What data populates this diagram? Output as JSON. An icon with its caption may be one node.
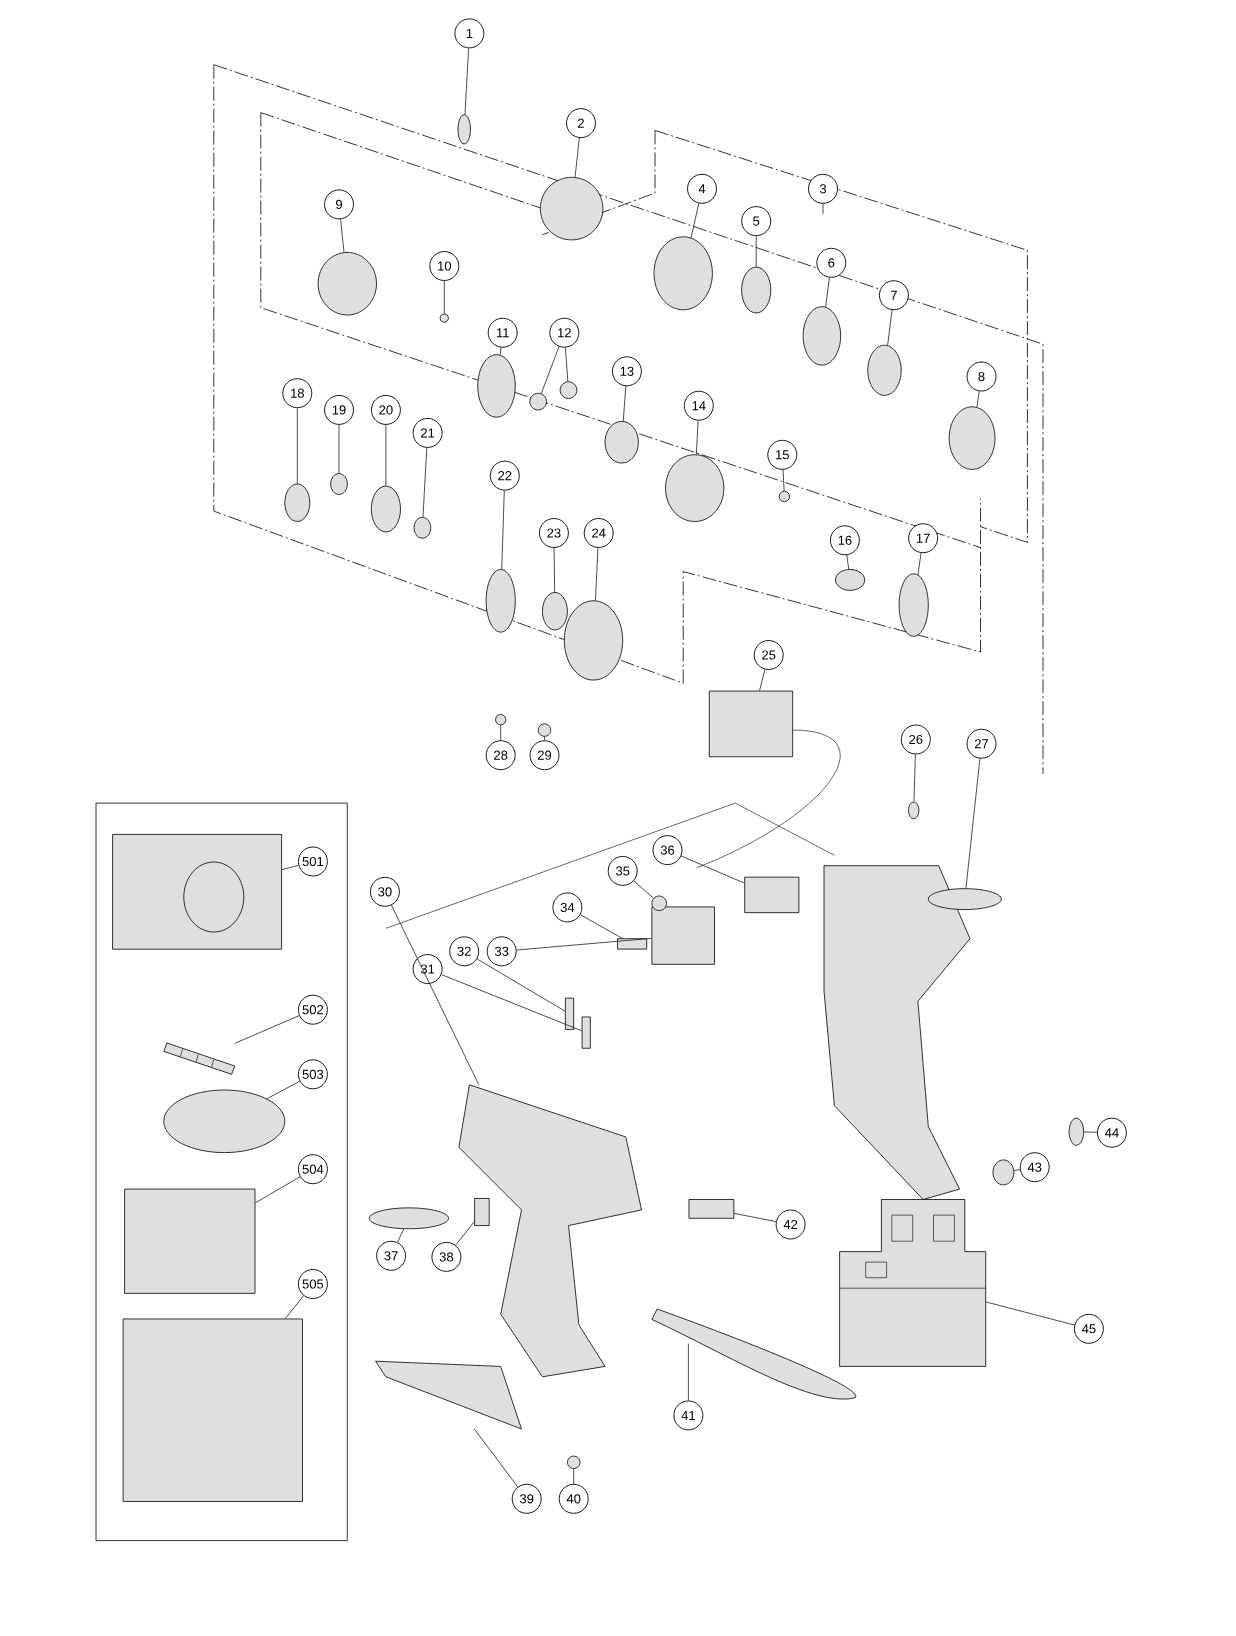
{
  "diagram": {
    "nodes": [
      {
        "text": [
          "1"
        ]
      },
      {
        "text": [
          "2"
        ]
      },
      {
        "text": [
          "3"
        ]
      },
      {
        "text": [
          "4"
        ]
      },
      {
        "text": [
          "5"
        ]
      },
      {
        "text": [
          "6"
        ]
      },
      {
        "text": [
          "7"
        ]
      },
      {
        "text": [
          "8"
        ]
      },
      {
        "text": [
          "9"
        ]
      },
      {
        "text": [
          "10"
        ]
      },
      {
        "text": [
          "11"
        ]
      },
      {
        "text": [
          "12"
        ]
      },
      {
        "text": [
          "13"
        ]
      },
      {
        "text": [
          "14"
        ]
      },
      {
        "text": [
          "15"
        ]
      },
      {
        "text": [
          "16"
        ]
      },
      {
        "text": [
          "17"
        ]
      },
      {
        "text": [
          "18"
        ]
      },
      {
        "text": [
          "19"
        ]
      },
      {
        "text": [
          "20"
        ]
      },
      {
        "text": [
          "21"
        ]
      },
      {
        "text": [
          "22"
        ]
      },
      {
        "text": [
          "23"
        ]
      },
      {
        "text": [
          "24"
        ]
      },
      {
        "text": [
          "25"
        ]
      },
      {
        "text": [
          "26"
        ]
      },
      {
        "text": [
          "27"
        ]
      },
      {
        "text": [
          "28"
        ]
      },
      {
        "text": [
          "29"
        ]
      },
      {
        "text": [
          "30"
        ]
      },
      {
        "text": [
          "31"
        ]
      },
      {
        "text": [
          "32"
        ]
      },
      {
        "text": [
          "33"
        ]
      },
      {
        "text": [
          "34"
        ]
      },
      {
        "text": [
          "35"
        ]
      },
      {
        "text": [
          "36"
        ]
      },
      {
        "text": [
          "37"
        ]
      },
      {
        "text": [
          "38"
        ]
      },
      {
        "text": [
          "39"
        ]
      },
      {
        "text": [
          "40"
        ]
      },
      {
        "text": [
          "41"
        ]
      },
      {
        "text": [
          "42"
        ]
      },
      {
        "text": [
          "43"
        ]
      },
      {
        "text": [
          "44"
        ]
      },
      {
        "text": [
          "45"
        ]
      },
      {
        "text": [
          "501"
        ]
      },
      {
        "text": [
          "502"
        ]
      },
      {
        "text": [
          "503"
        ]
      },
      {
        "text": [
          "504"
        ]
      },
      {
        "text": [
          "505"
        ]
      },
      {
        "text": [],
        "shape": "circle"
      },
      {
        "text": [],
        "shape": "circle"
      },
      {
        "text": [],
        "shape": "circle"
      },
      {
        "text": [],
        "shape": "circle"
      },
      {
        "text": [],
        "shape": "circle"
      },
      {
        "text": [],
        "shape": "circle"
      },
      {
        "text": [],
        "shape": "circle"
      },
      {
        "text": [],
        "shape": "circle"
      },
      {
        "text": [],
        "shape": "circle"
      },
      {
        "text": [],
        "shape": "circle"
      },
      {
        "text": [],
        "shape": "circle"
      },
      {
        "text": [],
        "shape": "circle"
      },
      {
        "text": [],
        "shape": "circle"
      },
      {
        "text": [],
        "shape": "circle"
      },
      {
        "text": [],
        "shape": "circle"
      },
      {
        "text": [],
        "shape": "circle"
      },
      {
        "text": [],
        "shape": "circle"
      },
      {
        "text": [],
        "shape": "circle"
      },
      {
        "text": [],
        "shape": "circle"
      },
      {
        "text": [],
        "shape": "circle"
      },
      {
        "text": [],
        "shape": "circle"
      },
      {
        "text": [],
        "shape": "circle"
      },
      {
        "text": [],
        "shape": "circle"
      },
      {
        "text": [],
        "shape": "circle"
      },
      {
        "text": [],
        "shape": "box"
      },
      {
        "text": [],
        "shape": "circle"
      },
      {
        "text": [],
        "shape": "circle"
      },
      {
        "text": [],
        "shape": "circle"
      },
      {
        "text": [],
        "shape": "circle"
      },
      {
        "text": [],
        "shape": "picture"
      },
      {
        "text": [],
        "shape": "box"
      },
      {
        "text": [],
        "shape": "box"
      },
      {
        "text": [],
        "shape": "box"
      },
      {
        "text": [],
        "shape": "box"
      },
      {
        "text": [],
        "shape": "circle"
      },
      {
        "text": [],
        "shape": "box"
      },
      {
        "text": [],
        "shape": "circle"
      },
      {
        "text": [],
        "shape": "box"
      },
      {
        "text": [],
        "shape": "picture"
      },
      {
        "text": [],
        "shape": "circle"
      },
      {
        "text": [],
        "shape": "picture"
      },
      {
        "text": [],
        "shape": "box"
      },
      {
        "text": [],
        "shape": "circle"
      },
      {
        "text": [],
        "shape": "circle"
      },
      {
        "text": [],
        "shape": "picture"
      },
      {
        "text": [],
        "shape": "picture"
      },
      {
        "text": [],
        "shape": "picture"
      },
      {
        "text": [],
        "shape": "circle"
      },
      {
        "text": [],
        "shape": "box"
      },
      {
        "text": [],
        "shape": "box"
      }
    ],
    "edges": [
      {
        "from": 0,
        "to": 50,
        "arrow": "none"
      },
      {
        "from": 1,
        "to": 51,
        "arrow": "none"
      },
      {
        "from": 2,
        "to": null,
        "arrow": "none"
      },
      {
        "from": 3,
        "to": 52,
        "arrow": "none"
      },
      {
        "from": 4,
        "to": 53,
        "arrow": "none"
      },
      {
        "from": 5,
        "to": 54,
        "arrow": "none"
      },
      {
        "from": 6,
        "to": 55,
        "arrow": "none"
      },
      {
        "from": 7,
        "to": 56,
        "arrow": "none"
      },
      {
        "from": 8,
        "to": 57,
        "arrow": "none"
      },
      {
        "from": 9,
        "to": 58,
        "arrow": "none"
      },
      {
        "from": 10,
        "to": 59,
        "arrow": "none"
      },
      {
        "from": 11,
        "to": 60,
        "arrow": "none"
      },
      {
        "from": 11,
        "to": 61,
        "arrow": "none"
      },
      {
        "from": 12,
        "to": 62,
        "arrow": "none"
      },
      {
        "from": 13,
        "to": 63,
        "arrow": "none"
      },
      {
        "from": 14,
        "to": 64,
        "arrow": "none"
      },
      {
        "from": 15,
        "to": 65,
        "arrow": "none"
      },
      {
        "from": 16,
        "to": 66,
        "arrow": "none"
      },
      {
        "from": 17,
        "to": 67,
        "arrow": "none"
      },
      {
        "from": 18,
        "to": 68,
        "arrow": "none"
      },
      {
        "from": 19,
        "to": 69,
        "arrow": "none"
      },
      {
        "from": 20,
        "to": 70,
        "arrow": "none"
      },
      {
        "from": 21,
        "to": 71,
        "arrow": "none"
      },
      {
        "from": 22,
        "to": 72,
        "arrow": "none"
      },
      {
        "from": 23,
        "to": 73,
        "arrow": "none"
      },
      {
        "from": 24,
        "to": 74,
        "arrow": "none"
      },
      {
        "from": 25,
        "to": 75,
        "arrow": "none"
      },
      {
        "from": 26,
        "to": 76,
        "arrow": "none"
      },
      {
        "from": 27,
        "to": 77,
        "arrow": "none"
      },
      {
        "from": 28,
        "to": 78,
        "arrow": "none"
      },
      {
        "from": 29,
        "to": 79,
        "arrow": "none"
      },
      {
        "from": 30,
        "to": 80,
        "arrow": "none"
      },
      {
        "from": 31,
        "to": 81,
        "arrow": "none"
      },
      {
        "from": 32,
        "to": 82,
        "arrow": "none"
      },
      {
        "from": 33,
        "to": 83,
        "arrow": "none"
      },
      {
        "from": 34,
        "to": 84,
        "arrow": "none"
      },
      {
        "from": 35,
        "to": 85,
        "arrow": "none"
      },
      {
        "from": 36,
        "to": 86,
        "arrow": "none"
      },
      {
        "from": 37,
        "to": 87,
        "arrow": "none"
      },
      {
        "from": 38,
        "to": 88,
        "arrow": "none"
      },
      {
        "from": 39,
        "to": 89,
        "arrow": "none"
      },
      {
        "from": 40,
        "to": 90,
        "arrow": "none"
      },
      {
        "from": 41,
        "to": 91,
        "arrow": "none"
      },
      {
        "from": 42,
        "to": 92,
        "arrow": "none"
      },
      {
        "from": 43,
        "to": 93,
        "arrow": "none"
      },
      {
        "from": 44,
        "to": 94,
        "arrow": "none"
      },
      {
        "from": 45,
        "to": 95,
        "arrow": "none"
      },
      {
        "from": 46,
        "to": 96,
        "arrow": "none"
      },
      {
        "from": 47,
        "to": 97,
        "arrow": "none"
      },
      {
        "from": 48,
        "to": 98,
        "arrow": "none"
      },
      {
        "from": 49,
        "to": 99,
        "arrow": "none"
      }
    ]
  }
}
